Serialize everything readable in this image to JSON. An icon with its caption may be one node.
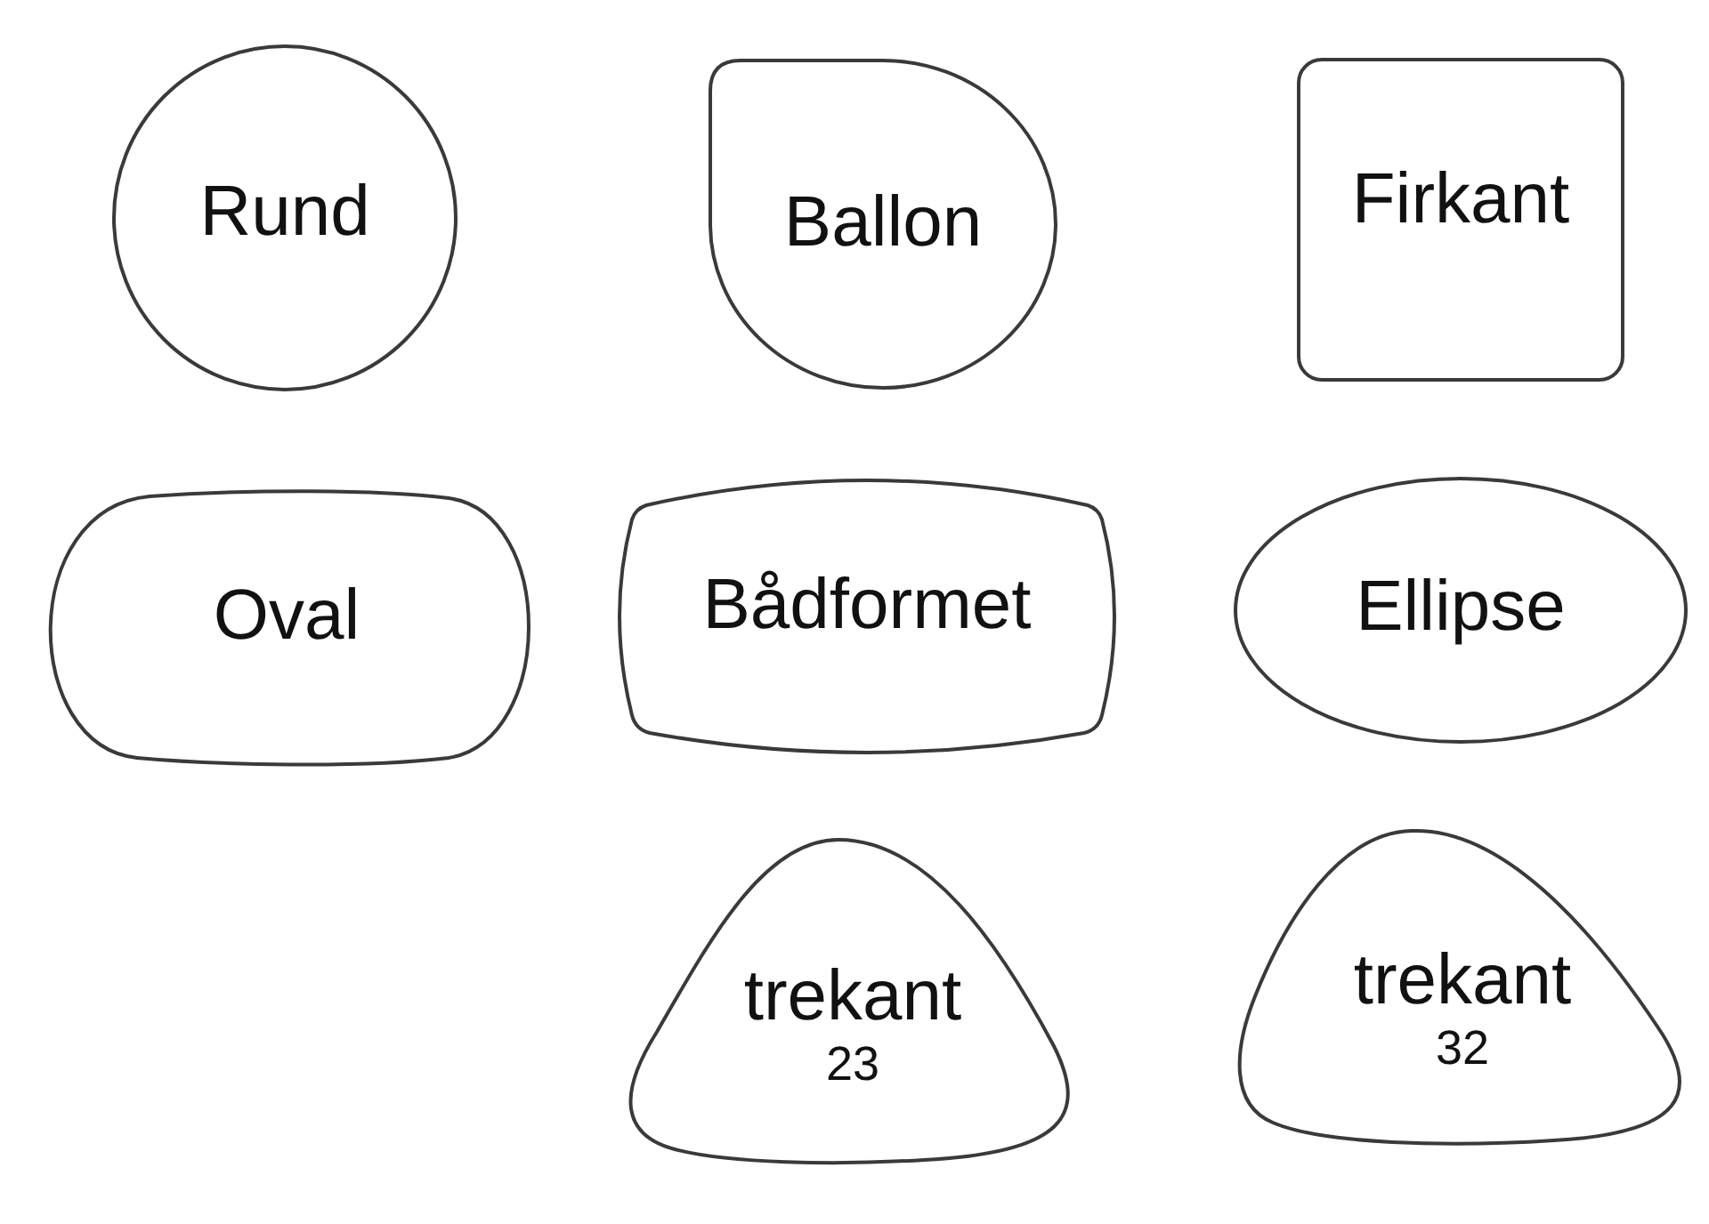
{
  "diagram": {
    "nodes": [
      {
        "text": [
          "Rund"
        ]
      },
      {
        "text": [
          "Ballon"
        ]
      },
      {
        "text": [
          "Firkant"
        ]
      },
      {
        "text": [
          "Oval"
        ]
      },
      {
        "text": [
          "Bådformet"
        ]
      },
      {
        "text": [
          "Ellipse"
        ]
      },
      {
        "text": [
          "trekant",
          "23"
        ]
      },
      {
        "text": [
          "trekant",
          "32"
        ]
      }
    ]
  }
}
